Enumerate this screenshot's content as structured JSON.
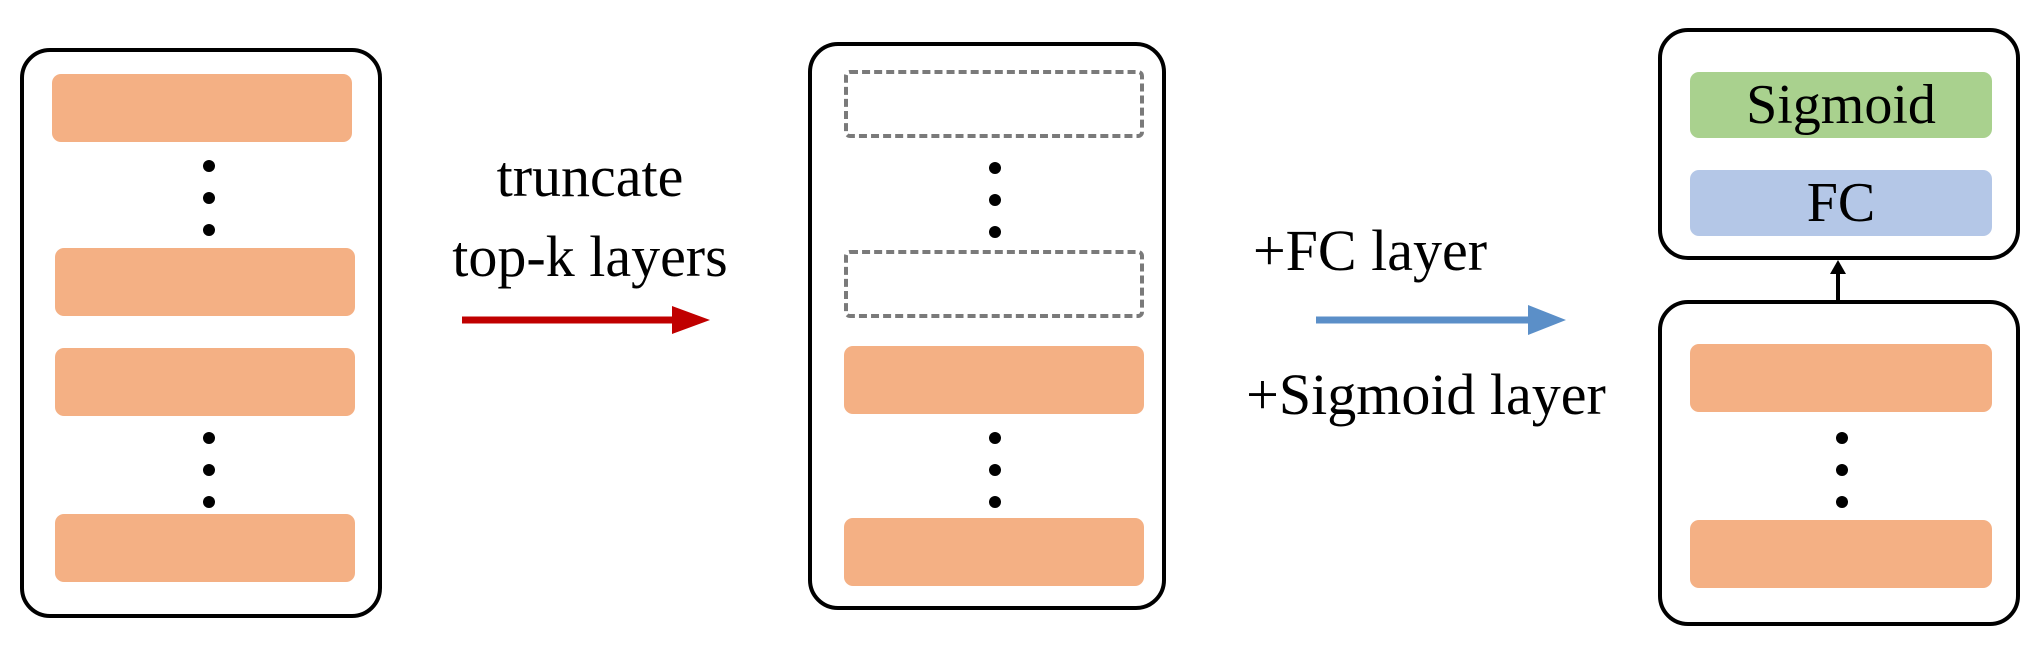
{
  "diagram": {
    "truncate_label_line1": "truncate",
    "truncate_label_line2": "top-k layers",
    "add_label_line1": "+FC layer",
    "add_label_line2": "+Sigmoid layer",
    "sigmoid_layer_label": "Sigmoid",
    "fc_layer_label": "FC"
  },
  "colors": {
    "layer_orange": "#f4b084",
    "sigmoid_green": "#a9d18e",
    "fc_blue": "#b4c7e7",
    "truncate_arrow_red": "#c00000",
    "add_arrow_blue": "#5b8fc8",
    "dashed_gray": "#7a7a7a"
  }
}
